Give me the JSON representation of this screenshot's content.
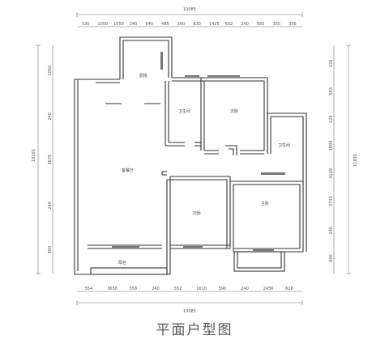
{
  "title": "平面户型图",
  "overall": {
    "top": "10085",
    "bottom": "10085",
    "left": "10101",
    "right": "11836"
  },
  "top_dims": [
    "330",
    "1050",
    "1050",
    "240",
    "540",
    "485",
    "360",
    "830",
    "1425",
    "592",
    "240",
    "565",
    "355",
    "356"
  ],
  "bottom_dims": [
    "554",
    "3658",
    "556",
    "240",
    "552",
    "1610",
    "590",
    "240",
    "2456",
    "618"
  ],
  "left_dims": [
    "1050",
    "240",
    "3670",
    "240",
    "900"
  ],
  "right_dims": [
    "120",
    "583",
    "124",
    "1894",
    "3109",
    "3733",
    "240",
    "900"
  ],
  "rooms": {
    "kitchen": "厨房",
    "bath1": "卫生间",
    "bedroom_top": "次卧",
    "bath2": "卫生间",
    "living": "客餐厅",
    "bedroom_mid": "次卧",
    "master": "主卧",
    "balcony": "阳台"
  }
}
